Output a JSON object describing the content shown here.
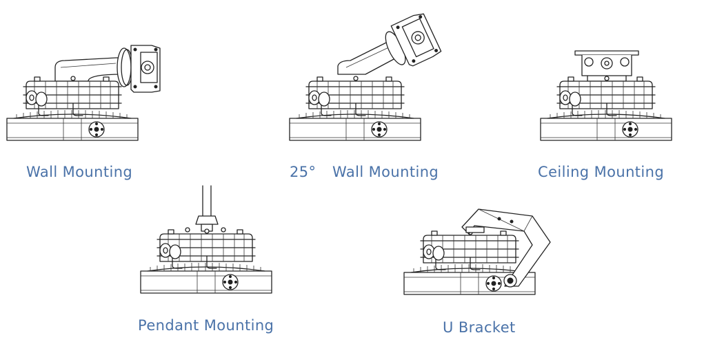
{
  "colors": {
    "caption": "#4a72a8",
    "line_art": "#222222",
    "background": "#ffffff"
  },
  "figures": {
    "wall": {
      "caption": "Wall Mounting",
      "icon": "wall-arm-bracket"
    },
    "wall_25": {
      "angle": "25°",
      "caption": "Wall Mounting",
      "icon": "angled-wall-arm-bracket"
    },
    "ceiling": {
      "caption": "Ceiling Mounting",
      "icon": "ceiling-plate-bracket"
    },
    "pendant": {
      "caption": "Pendant Mounting",
      "icon": "pendant-rod"
    },
    "u_bracket": {
      "caption": "U Bracket",
      "icon": "yoke-bracket"
    }
  }
}
